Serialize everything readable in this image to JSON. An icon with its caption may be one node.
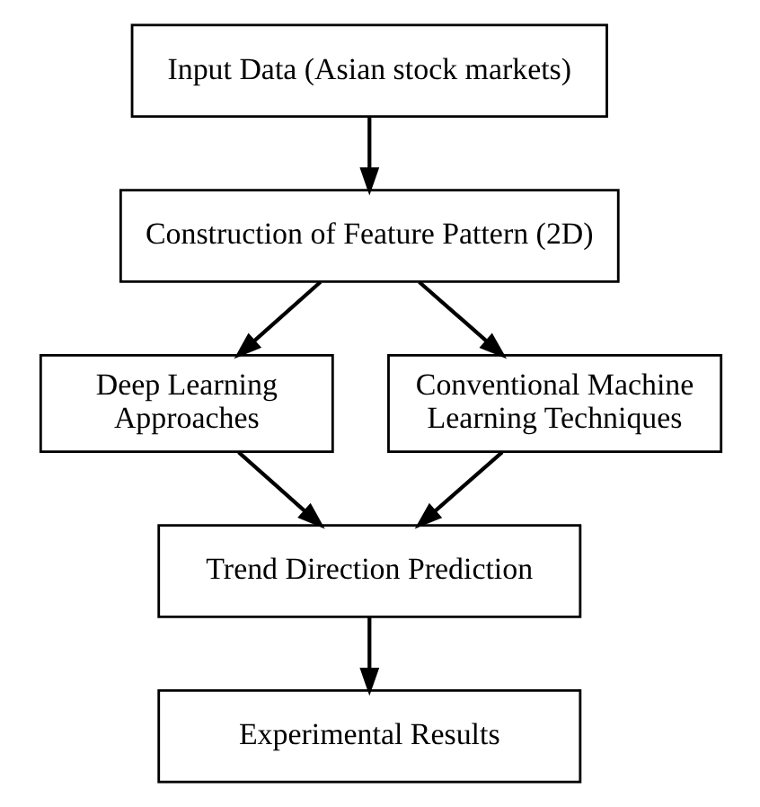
{
  "diagram": {
    "nodes": [
      {
        "text": [
          "Input Data (Asian stock markets)"
        ]
      },
      {
        "text": [
          "Construction of Feature Pattern (2D)"
        ]
      },
      {
        "text": [
          "Deep Learning Approaches"
        ]
      },
      {
        "text": [
          "Conventional Machine Learning Techniques"
        ]
      },
      {
        "text": [
          "Trend Direction Prediction"
        ]
      },
      {
        "text": [
          "Experimental Results"
        ]
      }
    ],
    "edges": [
      {
        "from": 0,
        "to": 1,
        "arrow": "to"
      },
      {
        "from": 1,
        "to": 2,
        "arrow": "to"
      },
      {
        "from": 1,
        "to": 3,
        "arrow": "to"
      },
      {
        "from": 2,
        "to": 4,
        "arrow": "to"
      },
      {
        "from": 3,
        "to": 4,
        "arrow": "to"
      },
      {
        "from": 4,
        "to": 5,
        "arrow": "to"
      }
    ]
  }
}
